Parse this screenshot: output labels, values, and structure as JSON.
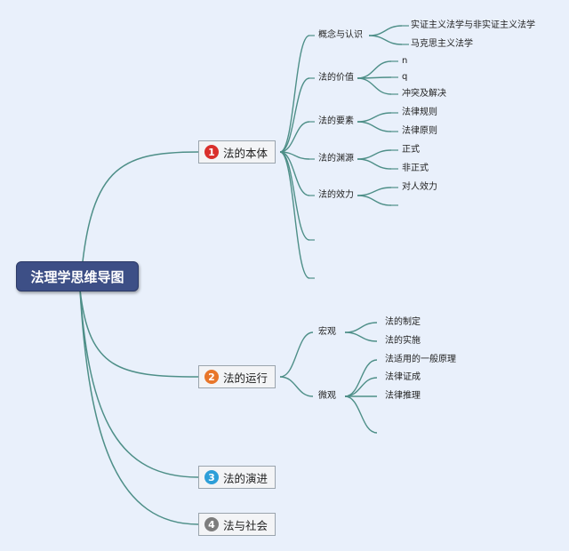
{
  "root": {
    "label": "法理学思维导图"
  },
  "branches": [
    {
      "number": "1",
      "label": "法的本体",
      "badge_color": "#d9302c"
    },
    {
      "number": "2",
      "label": "法的运行",
      "badge_color": "#e8762a"
    },
    {
      "number": "3",
      "label": "法的演进",
      "badge_color": "#2e9fd8"
    },
    {
      "number": "4",
      "label": "法与社会",
      "badge_color": "#7d7d7d"
    }
  ],
  "ontology": {
    "topics": [
      {
        "label": "概念与认识",
        "children": [
          "实证主义法学与非实证主义法学",
          "马克思主义法学"
        ]
      },
      {
        "label": "法的价值",
        "children": [
          "n",
          "q",
          "冲突及解决"
        ]
      },
      {
        "label": "法的要素",
        "children": [
          "法律规则",
          "法律原则"
        ]
      },
      {
        "label": "法的渊源",
        "children": [
          "正式",
          "非正式"
        ]
      },
      {
        "label": "法的效力",
        "children": [
          "对人效力"
        ]
      }
    ]
  },
  "operation": {
    "topics": [
      {
        "label": "宏观",
        "children": [
          "法的制定",
          "法的实施"
        ]
      },
      {
        "label": "微观",
        "children": [
          "法适用的一般原理",
          "法律证成",
          "法律推理"
        ]
      }
    ]
  },
  "colors": {
    "line": "#4e8f88",
    "root_bg": "#3d4f86",
    "background": "#e9f0fb"
  }
}
